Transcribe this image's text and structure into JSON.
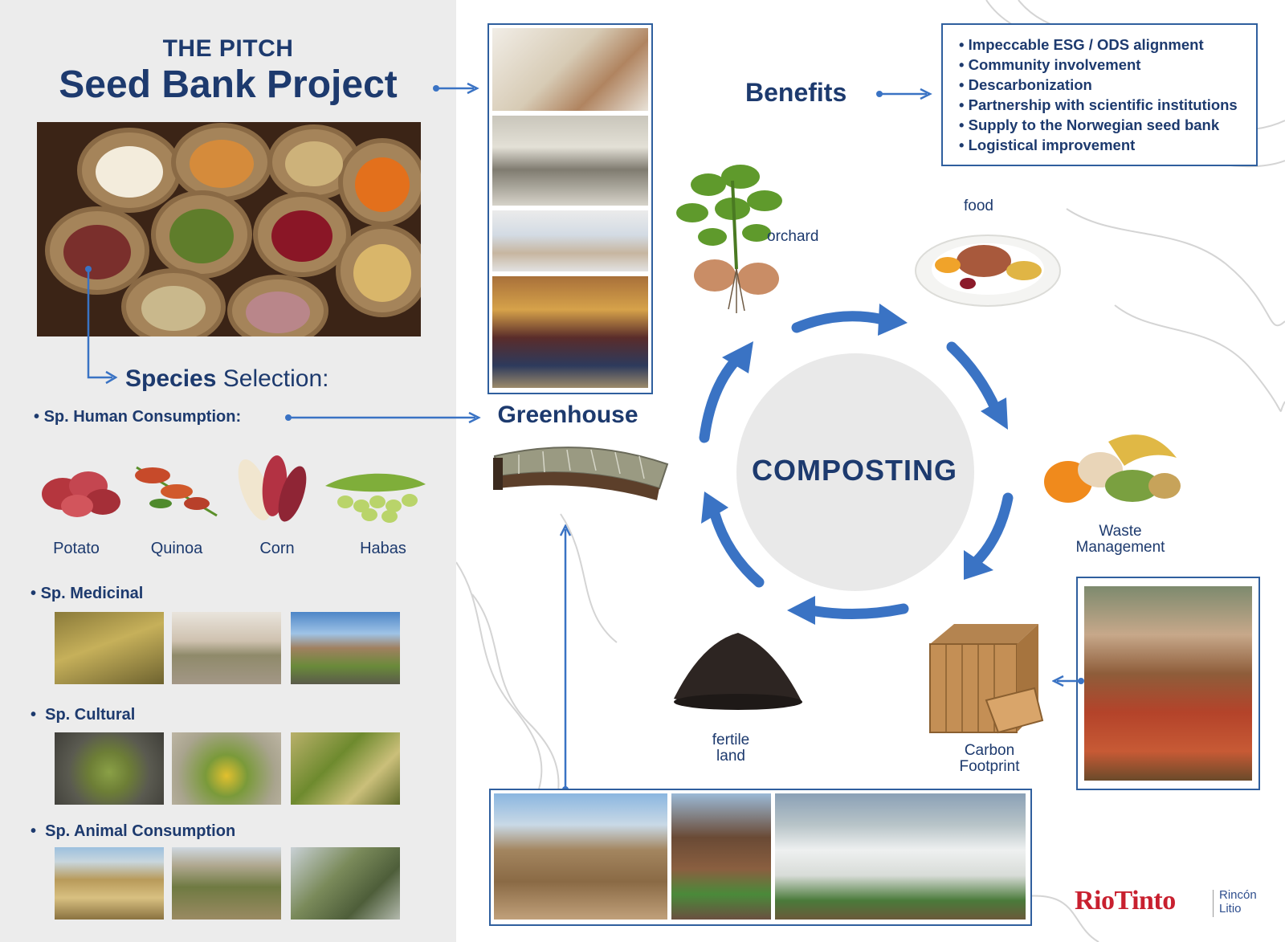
{
  "header": {
    "kicker": "THE PITCH",
    "title": "Seed Bank Project"
  },
  "species": {
    "heading_bold": "Species",
    "heading_rest": " Selection:",
    "human": {
      "label": "Sp. Human Consumption:",
      "items": [
        "Potato",
        "Quinoa",
        "Corn",
        "Habas"
      ]
    },
    "medicinal": {
      "label": "Sp. Medicinal"
    },
    "cultural": {
      "label": "Sp. Cultural"
    },
    "animal": {
      "label": "Sp. Animal Consumption"
    }
  },
  "greenhouse": {
    "title": "Greenhouse"
  },
  "benefits": {
    "title": "Benefits",
    "items": [
      "Impeccable ESG / ODS alignment",
      "Community involvement",
      "Descarbonization",
      "Partnership with scientific institutions",
      "Supply to the Norwegian seed bank",
      "Logistical improvement"
    ]
  },
  "cycle": {
    "center": "COMPOSTING",
    "orchard": "orchard",
    "food": "food",
    "waste_line1": "Waste",
    "waste_line2": "Management",
    "carbon_line1": "Carbon",
    "carbon_line2": "Footprint",
    "fertile_line1": "fertile",
    "fertile_line2": "land"
  },
  "logo": {
    "brand": "RioTinto",
    "sub_line1": "Rincón",
    "sub_line2": "Litio"
  },
  "colors": {
    "navy": "#1d3a6e",
    "arrow_blue": "#3a73c4",
    "brand_red": "#c8202f",
    "panel_gray": "#ececec"
  }
}
